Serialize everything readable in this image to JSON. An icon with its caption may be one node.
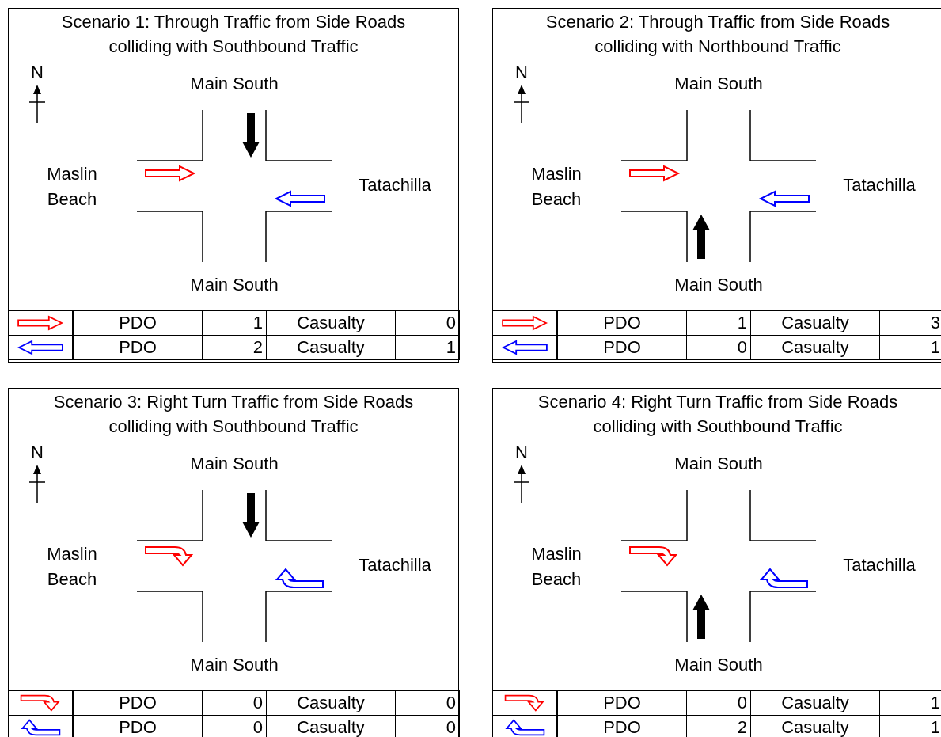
{
  "diagram": {
    "nodes": [
      {
        "text": [
          "Scenario 1: Through Traffic from Side Roads colliding with Southbound Traffic"
        ]
      },
      {
        "text": [
          "Scenario 2: Through Traffic from Side Roads colliding with Northbound Traffic"
        ]
      },
      {
        "text": [
          "Scenario 3: Right Turn Traffic from Side Roads colliding with Southbound Traffic"
        ]
      },
      {
        "text": [
          "Scenario 4: Right Turn Traffic from Side Roads colliding with Southbound Traffic"
        ]
      }
    ],
    "labels": [
      "N",
      "Main South",
      "Maslin Beach",
      "Tatachilla",
      "Main South",
      "PDO",
      "1",
      "Casualty",
      "0",
      "PDO",
      "2",
      "Casualty",
      "1",
      "N",
      "Main South",
      "Maslin Beach",
      "Tatachilla",
      "Main South",
      "PDO",
      "1",
      "Casualty",
      "3",
      "PDO",
      "0",
      "Casualty",
      "1",
      "N",
      "Main South",
      "Maslin Beach",
      "Tatachilla",
      "Main South",
      "PDO",
      "0",
      "Casualty",
      "0",
      "PDO",
      "0",
      "Casualty",
      "0",
      "N",
      "Main South",
      "Maslin Beach",
      "Tatachilla",
      "Main South",
      "PDO",
      "0",
      "Casualty",
      "1",
      "PDO",
      "2",
      "Casualty",
      "1"
    ]
  }
}
